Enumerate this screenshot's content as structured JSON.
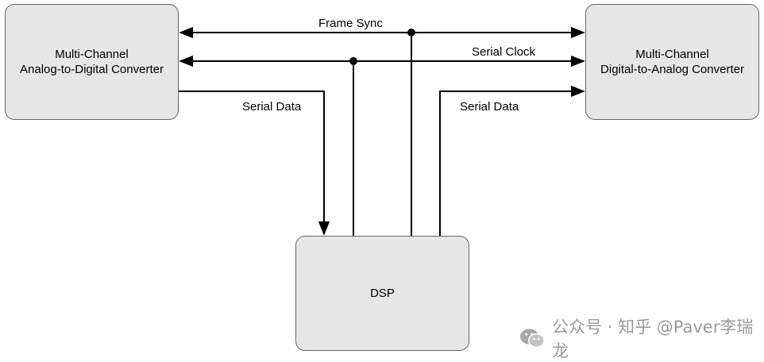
{
  "blocks": {
    "adc": {
      "line1": "Multi-Channel",
      "line2": "Analog-to-Digital Converter"
    },
    "dac": {
      "line1": "Multi-Channel",
      "line2": "Digital-to-Analog Converter"
    },
    "dsp": {
      "label": "DSP"
    }
  },
  "signals": {
    "frame_sync": "Frame Sync",
    "serial_clock": "Serial Clock",
    "serial_data_adc": "Serial Data",
    "serial_data_dac": "Serial Data"
  },
  "watermark": {
    "text": "公众号 · 知乎 @Paver李瑞龙",
    "icon": "wechat-icon"
  },
  "colors": {
    "block_fill": "#e6e6e6",
    "block_border": "#666666",
    "wire": "#000000"
  }
}
